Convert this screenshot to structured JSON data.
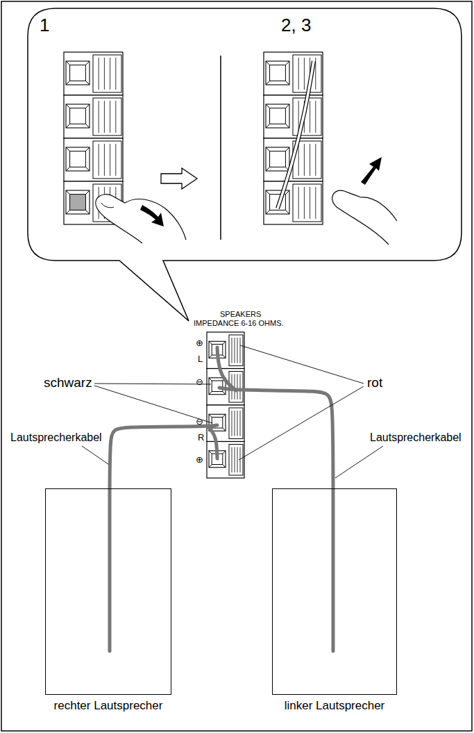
{
  "diagram": {
    "nodes": [
      {
        "text": [
          "rechter Lautsprecher"
        ]
      },
      {
        "text": [
          "linker Lautsprecher"
        ]
      }
    ],
    "labels": [
      "1",
      "2, 3",
      "SPEAKERS",
      "IMPEDANCE 6-16 OHMS.",
      "⊕",
      "L",
      "⊖",
      "schwarz",
      "⊖",
      "R",
      "⊕",
      "rot",
      "Lautsprecherkabel",
      "Lautsprecherkabel"
    ]
  }
}
